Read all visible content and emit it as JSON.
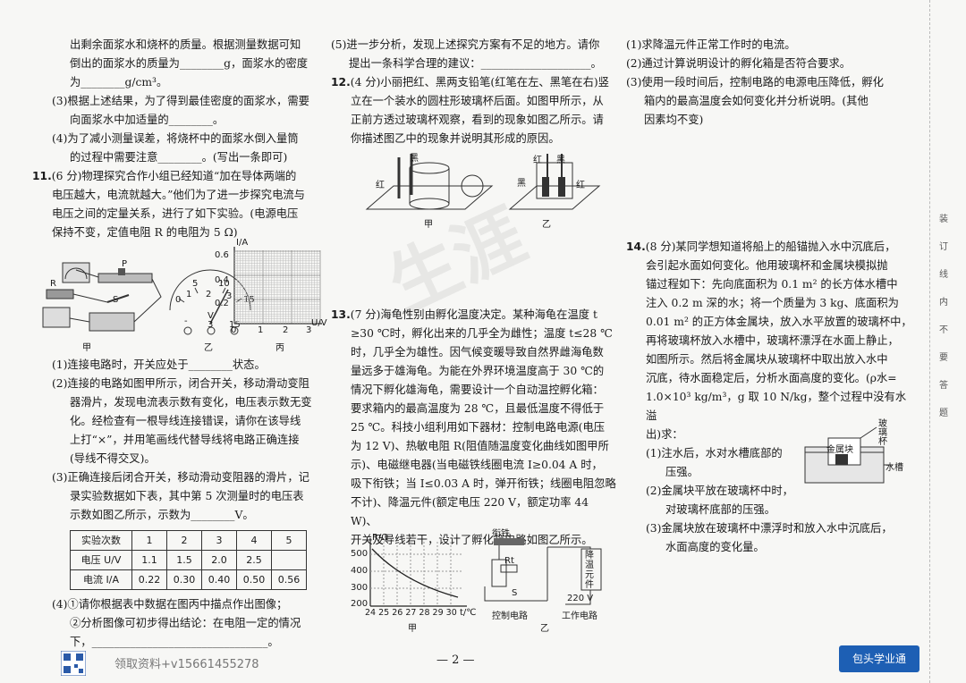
{
  "col1": {
    "l1": "出剩余面浆水和烧杯的质量。根据测量数据可知",
    "l2": "倒出的面浆水的质量为________g，面浆水的密度",
    "l3": "为________g/cm³。",
    "q3a": "(3)根据上述结果，为了得到最佳密度的面浆水，需要",
    "q3b": "向面浆水中加适量的________。",
    "q4a": "(4)为了减小测量误差，将烧杯中的面浆水倒入量筒",
    "q4b": "的过程中需要注意________。(写出一条即可)",
    "q11num": "11.",
    "q11a": "(6 分)物理探究合作小组已经知道“加在导体两端的",
    "q11b": "电压越大，电流就越大。”他们为了进一步探究电流与",
    "q11c": "电压之间的定量关系，进行了如下实验。(电源电压",
    "q11d": "保持不变，定值电阻 R 的电阻为 5 Ω)",
    "fig_labels": {
      "jia": "甲",
      "yi": "乙",
      "bing": "丙",
      "ia": "I/A",
      "uv": "U/V",
      "y06": "0.6",
      "y04": "0.4",
      "y02": "0.2",
      "x0": "0",
      "x1": "1",
      "x2": "2",
      "x3": "3",
      "m5": "5",
      "m10": "10",
      "m0": "0",
      "m1": "1",
      "m2": "2",
      "m3": "3",
      "m15": "15",
      "mv": "V",
      "mminus": "-",
      "mm3": "3",
      "mm15": "15",
      "p": "P",
      "r": "R",
      "s": "S"
    },
    "s1": "(1)连接电路时，开关应处于________状态。",
    "s2a": "(2)连接的电路如图甲所示，闭合开关，移动滑动变阻",
    "s2b": "器滑片，发现电流表示数有变化，电压表示数无变",
    "s2c": "化。经检查有一根导线连接错误，请你在该导线",
    "s2d": "上打“×”，并用笔画线代替导线将电路正确连接",
    "s2e": "(导线不得交叉)。",
    "s3a": "(3)正确连接后闭合开关，移动滑动变阻器的滑片，记",
    "s3b": "录实验数据如下表，其中第 5 次测量时的电压表",
    "s3c": "示数如图乙所示，示数为________V。",
    "table": {
      "row1": [
        "实验次数",
        "1",
        "2",
        "3",
        "4",
        "5"
      ],
      "row2": [
        "电压 U/V",
        "1.1",
        "1.5",
        "2.0",
        "2.5",
        ""
      ],
      "row3": [
        "电流 I/A",
        "0.22",
        "0.30",
        "0.40",
        "0.50",
        "0.56"
      ]
    },
    "s4a": "(4)①请你根据表中数据在图丙中描点作出图像；",
    "s4b": "②分析图像可初步得出结论：在电阻一定的情况",
    "s4c": "下，________________________________。"
  },
  "col2": {
    "q5a": "(5)进一步分析，发现上述探究方案有不足的地方。请你",
    "q5b": "提出一条科学合理的建议：____________________。",
    "q12num": "12.",
    "q12a": "(4 分)小丽把红、黑两支铅笔(红笔在左、黑笔在右)竖",
    "q12b": "立在一个装水的圆柱形玻璃杯后面。如图甲所示，从",
    "q12c": "正前方透过玻璃杯观察，看到的现象如图乙所示。请",
    "q12d": "你描述图乙中的现象并说明其形成的原因。",
    "fig12": {
      "hei": "黑",
      "hong": "红",
      "jia": "甲",
      "yi": "乙",
      "hong2": "红",
      "hei2": "黑",
      "hei3": "黑",
      "hong3": "红"
    },
    "q13num": "13.",
    "q13a": "(7 分)海龟性别由孵化温度决定。某种海龟在温度 t",
    "q13b": "≥30 ℃时，孵化出来的几乎全为雌性；温度 t≤28 ℃",
    "q13c": "时，几乎全为雄性。因气候变暖导致自然界雌海龟数",
    "q13d": "量远多于雄海龟。为能在外界环境温度高于 30 ℃的",
    "q13e": "情况下孵化雄海龟，需要设计一个自动温控孵化箱：",
    "q13f": "要求箱内的最高温度为 28 ℃，且最低温度不得低于",
    "q13g": "25 ℃。科技小组利用如下器材：控制电路电源(电压",
    "q13h": "为 12 V)、热敏电阻 R(阻值随温度变化曲线如图甲所",
    "q13i": "示)、电磁继电器(当电磁铁线圈电流 I≥0.04 A 时，",
    "q13j": "吸下衔铁；当 I≤0.03 A 时，弹开衔铁；线圈电阻忽略",
    "q13k": "不计)、降温元件(额定电压 220 V，额定功率 44 W)、",
    "q13l": "开关及导线若干，设计了孵化箱电路如图乙所示。",
    "fig13": {
      "ro": "R/Ω",
      "y500": "500",
      "y400": "400",
      "y300": "300",
      "y200": "200",
      "xt": "24 25 26 27 28 29 30",
      "tc": "t/℃",
      "jia": "甲",
      "yi": "乙",
      "xiantie": "衔铁",
      "rt": "Rt",
      "s": "S",
      "jiangwen": "降温元件",
      "v220": "220 V",
      "kongzhi": "控制电路",
      "gongzuo": "工作电路"
    }
  },
  "col3": {
    "a1": "(1)求降温元件正常工作时的电流。",
    "a2": "(2)通过计算说明设计的孵化箱是否符合要求。",
    "a3a": "(3)使用一段时间后，控制电路的电源电压降低，孵化",
    "a3b": "箱内的最高温度会如何变化并分析说明。(其他",
    "a3c": "因素均不变)",
    "q14num": "14.",
    "q14a": "(8 分)某同学想知道将船上的船锚抛入水中沉底后，",
    "q14b": "会引起水面如何变化。他用玻璃杯和金属块模拟抛",
    "q14c": "锚过程如下：先向底面积为 0.1 m² 的长方体水槽中",
    "q14d": "注入 0.2 m 深的水；将一个质量为 3 kg、底面积为",
    "q14e": "0.01 m² 的正方体金属块，放入水平放置的玻璃杯中，",
    "q14f": "再将玻璃杯放入水槽中，玻璃杯漂浮在水面上静止，",
    "q14g": "如图所示。然后将金属块从玻璃杯中取出放入水中",
    "q14h": "沉底，待水面稳定后，分析水面高度的变化。(ρ水=",
    "q14i": "1.0×10³ kg/m³，g 取 10 N/kg，整个过程中没有水溢",
    "q14j": "出)求：",
    "b1a": "(1)注水后，水对水槽底部的",
    "b1b": "压强。",
    "b2a": "(2)金属块平放在玻璃杯中时，",
    "b2b": "对玻璃杯底部的压强。",
    "b3a": "(3)金属块放在玻璃杯中漂浮时和放入水中沉底后，",
    "b3b": "水面高度的变化量。",
    "fig14": {
      "boli": "玻璃杯",
      "jinshu": "金属块",
      "shuicao": "水槽"
    }
  },
  "side_text": [
    "装",
    "订",
    "线",
    "内",
    "不",
    "要",
    "答",
    "题"
  ],
  "footer": {
    "ad": "领取资料+v15661455278",
    "page": "— 2 —",
    "brand": "包头学业通"
  }
}
